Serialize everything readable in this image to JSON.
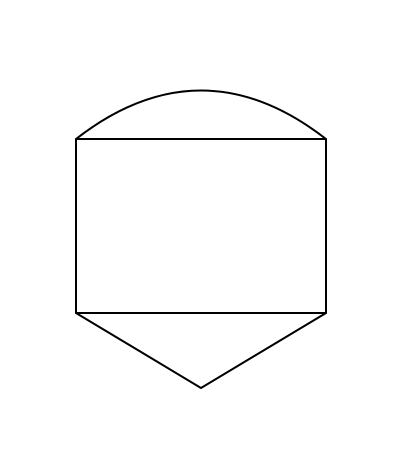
{
  "diagram": {
    "shape": "rectangle-with-arc-cap-and-triangular-point",
    "components": [
      {
        "id": "top-arc",
        "kind": "arc"
      },
      {
        "id": "rectangle-body",
        "kind": "rectangle"
      },
      {
        "id": "bottom-point",
        "kind": "triangle"
      }
    ]
  },
  "colors": {
    "background": "#ffffff",
    "stroke": "#000000"
  }
}
